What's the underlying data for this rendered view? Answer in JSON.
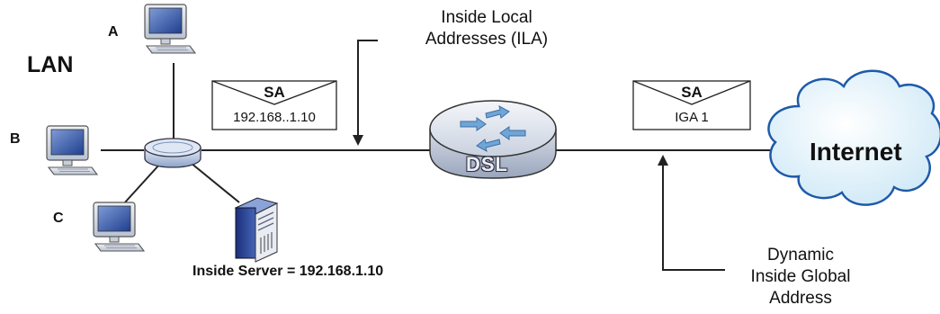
{
  "labels": {
    "lan": "LAN",
    "host_a": "A",
    "host_b": "B",
    "host_c": "C",
    "ila_line1": "Inside Local",
    "ila_line2": "Addresses (ILA)",
    "server": "Inside Server = 192.168.1.10",
    "router": "DSL",
    "internet": "Internet",
    "dyn_line1": "Dynamic",
    "dyn_line2": "Inside Global",
    "dyn_line3": "Address"
  },
  "envelopes": [
    {
      "header": "SA",
      "address": "192.168..1.10"
    },
    {
      "header": "SA",
      "address": "IGA 1"
    }
  ],
  "icons": [
    "computer-icon",
    "hub-icon",
    "server-icon",
    "dsl-router-icon",
    "internet-cloud-icon",
    "envelope-icon"
  ],
  "colors": {
    "cloud_fill": "#e3f3fb",
    "cloud_stroke": "#1f5aa8",
    "device_blue": "#3c5ea8",
    "screen_blue": "#2c4d9c",
    "router_arrow": "#6fa6d6",
    "line": "#222222"
  }
}
